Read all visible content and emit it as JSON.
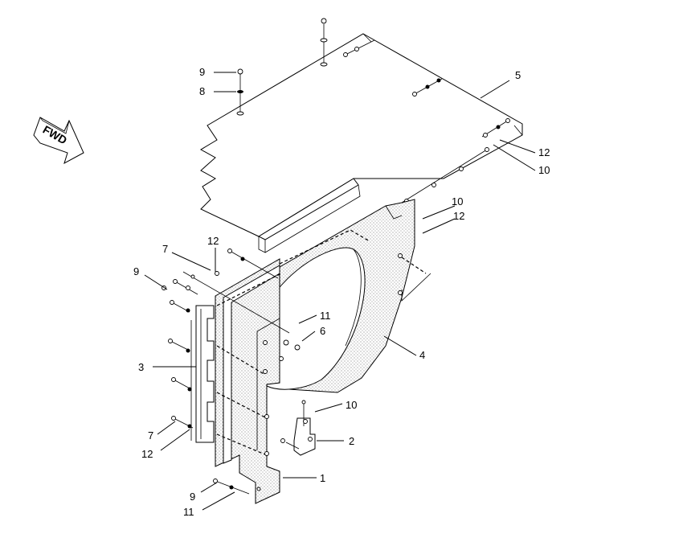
{
  "direction_indicator": {
    "label": "FWD"
  },
  "callouts": [
    {
      "id": "c1",
      "text": "1"
    },
    {
      "id": "c2",
      "text": "2"
    },
    {
      "id": "c3",
      "text": "3"
    },
    {
      "id": "c4",
      "text": "4"
    },
    {
      "id": "c5",
      "text": "5"
    },
    {
      "id": "c6",
      "text": "6"
    },
    {
      "id": "c7a",
      "text": "7"
    },
    {
      "id": "c7b",
      "text": "7"
    },
    {
      "id": "c8",
      "text": "8"
    },
    {
      "id": "c9a",
      "text": "9"
    },
    {
      "id": "c9b",
      "text": "9"
    },
    {
      "id": "c9c",
      "text": "9"
    },
    {
      "id": "c10a",
      "text": "10"
    },
    {
      "id": "c10b",
      "text": "10"
    },
    {
      "id": "c10c",
      "text": "10"
    },
    {
      "id": "c11a",
      "text": "11"
    },
    {
      "id": "c11b",
      "text": "11"
    },
    {
      "id": "c12a",
      "text": "12"
    },
    {
      "id": "c12b",
      "text": "12"
    },
    {
      "id": "c12c",
      "text": "12"
    },
    {
      "id": "c12d",
      "text": "12"
    }
  ]
}
